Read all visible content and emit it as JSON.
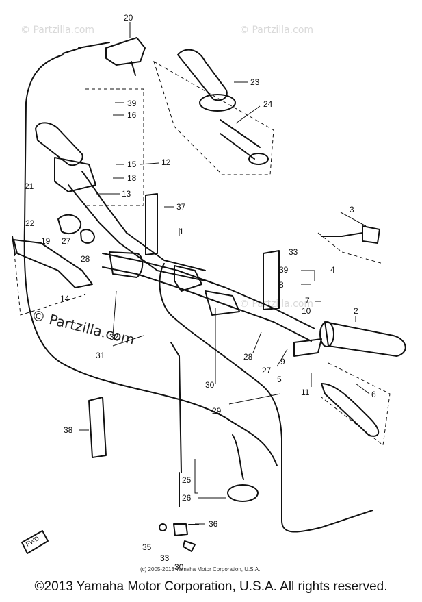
{
  "diagram": {
    "watermarks": [
      "© Partzilla.com",
      "© Partzilla.com",
      "© Partzilla.com",
      "© Partzilla.com"
    ],
    "fwd_label": "FWD",
    "inner_copyright": "(c) 2005-2013 Yamaha Motor Corporation, U.S.A.",
    "callouts": [
      {
        "id": "c20",
        "text": "20"
      },
      {
        "id": "c39a",
        "text": "39"
      },
      {
        "id": "c16",
        "text": "16"
      },
      {
        "id": "c23",
        "text": "23"
      },
      {
        "id": "c24",
        "text": "24"
      },
      {
        "id": "c15",
        "text": "15"
      },
      {
        "id": "c12",
        "text": "12"
      },
      {
        "id": "c18",
        "text": "18"
      },
      {
        "id": "c13",
        "text": "13"
      },
      {
        "id": "c21",
        "text": "21"
      },
      {
        "id": "c37",
        "text": "37"
      },
      {
        "id": "c22",
        "text": "22"
      },
      {
        "id": "c19",
        "text": "19"
      },
      {
        "id": "c27a",
        "text": "27"
      },
      {
        "id": "c28a",
        "text": "28"
      },
      {
        "id": "c1",
        "text": "1"
      },
      {
        "id": "c3",
        "text": "3"
      },
      {
        "id": "c33a",
        "text": "33"
      },
      {
        "id": "c39b",
        "text": "39"
      },
      {
        "id": "c4",
        "text": "4"
      },
      {
        "id": "c8",
        "text": "8"
      },
      {
        "id": "c7",
        "text": "7"
      },
      {
        "id": "c10",
        "text": "10"
      },
      {
        "id": "c2",
        "text": "2"
      },
      {
        "id": "c14",
        "text": "14"
      },
      {
        "id": "c32",
        "text": "32"
      },
      {
        "id": "c31",
        "text": "31"
      },
      {
        "id": "c28b",
        "text": "28"
      },
      {
        "id": "c9",
        "text": "9"
      },
      {
        "id": "c27b",
        "text": "27"
      },
      {
        "id": "c5",
        "text": "5"
      },
      {
        "id": "c11",
        "text": "11"
      },
      {
        "id": "c6",
        "text": "6"
      },
      {
        "id": "c30a",
        "text": "30"
      },
      {
        "id": "c29",
        "text": "29"
      },
      {
        "id": "c38",
        "text": "38"
      },
      {
        "id": "c25",
        "text": "25"
      },
      {
        "id": "c26",
        "text": "26"
      },
      {
        "id": "c36",
        "text": "36"
      },
      {
        "id": "c35",
        "text": "35"
      },
      {
        "id": "c33b",
        "text": "33"
      },
      {
        "id": "c30b",
        "text": "30"
      }
    ]
  },
  "footer": {
    "copyright": "©2013 Yamaha Motor Corporation, U.S.A. All rights reserved."
  }
}
